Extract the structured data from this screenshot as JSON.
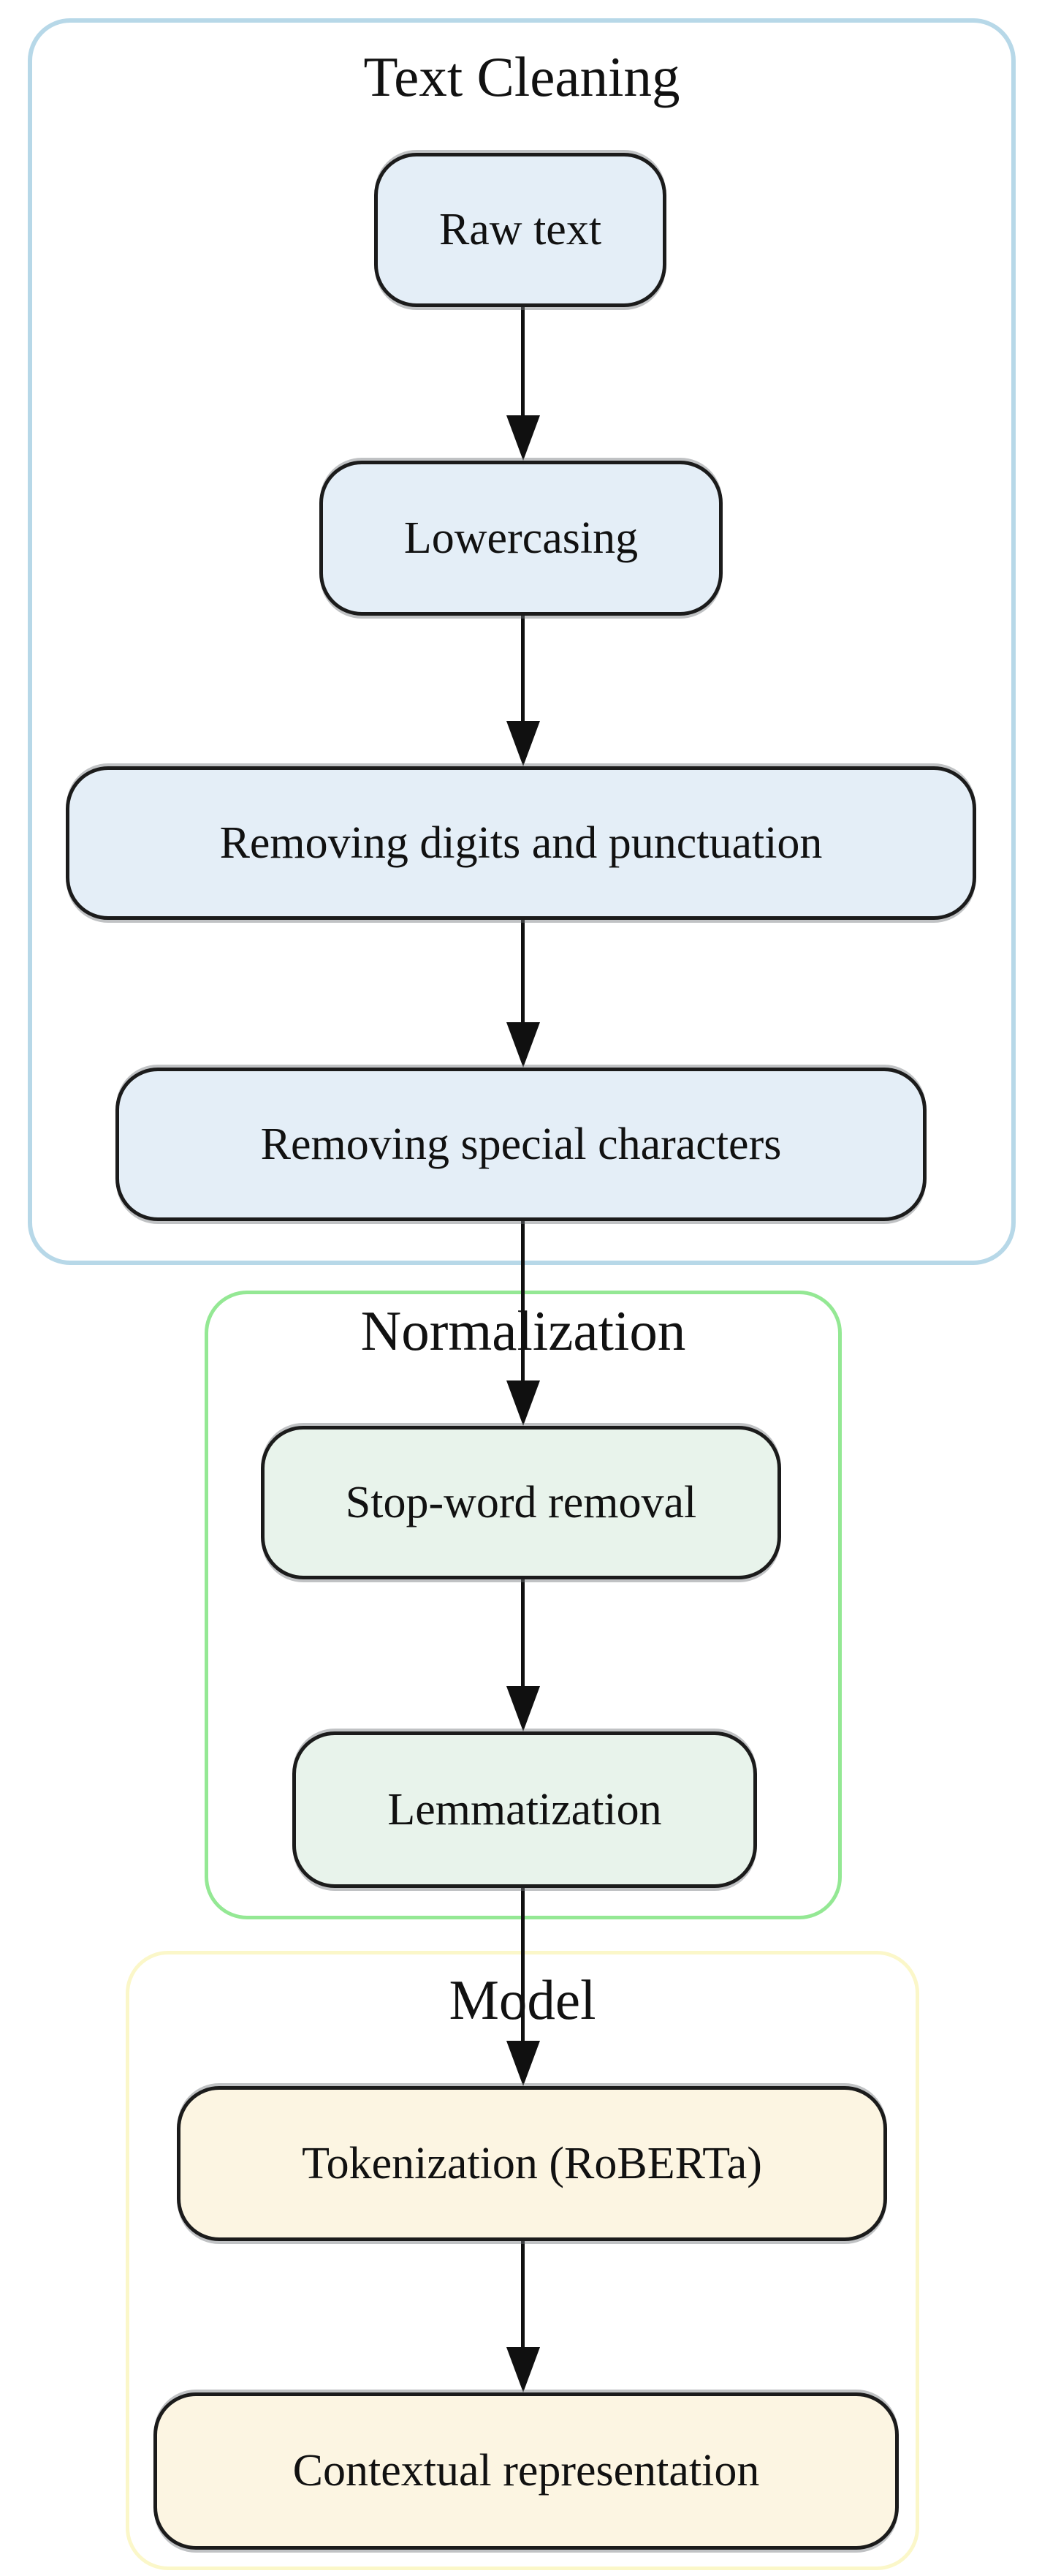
{
  "diagram": {
    "type": "flowchart",
    "background": "#ffffff",
    "node_border_color": "#1b1b1b",
    "arrow_color": "#101010",
    "sections": [
      {
        "title": "Text Cleaning",
        "border_color": "#b7d8e8",
        "node_fill": "#e4eef7",
        "nodes": [
          "Raw text",
          "Lowercasing",
          "Removing digits and punctuation",
          "Removing special characters"
        ]
      },
      {
        "title": "Normalization",
        "border_color": "#94e894",
        "node_fill": "#e8f3eb",
        "nodes": [
          "Stop-word removal",
          "Lemmatization"
        ]
      },
      {
        "title": "Model",
        "border_color": "#fbf7c9",
        "node_fill": "#fcf5e2",
        "nodes": [
          "Tokenization (RoBERTa)",
          "Contextual representation"
        ]
      }
    ],
    "connections": [
      {
        "from": "Raw text",
        "to": "Lowercasing"
      },
      {
        "from": "Lowercasing",
        "to": "Removing digits and punctuation"
      },
      {
        "from": "Removing digits and punctuation",
        "to": "Removing special characters"
      },
      {
        "from": "Removing special characters",
        "to": "Stop-word removal"
      },
      {
        "from": "Stop-word removal",
        "to": "Lemmatization"
      },
      {
        "from": "Lemmatization",
        "to": "Tokenization (RoBERTa)"
      },
      {
        "from": "Tokenization (RoBERTa)",
        "to": "Contextual representation"
      }
    ]
  }
}
